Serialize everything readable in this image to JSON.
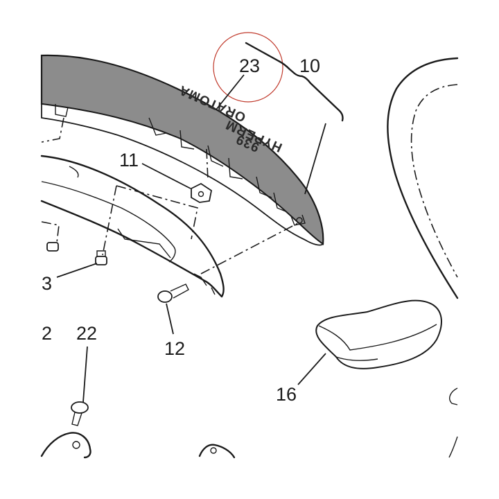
{
  "diagram": {
    "callouts": {
      "c23": "23",
      "c10": "10",
      "c11": "11",
      "c13": "3",
      "c12": "12",
      "c2": "2",
      "c22": "22",
      "c16": "16"
    },
    "decal_text": {
      "line1": "ORATOMA",
      "line2": "HYPERM",
      "line3": "939"
    },
    "colors": {
      "part_fill": "#8c8c8c",
      "line": "#1a1a1a",
      "highlight_circle": "#c0392b",
      "background": "#ffffff"
    }
  }
}
